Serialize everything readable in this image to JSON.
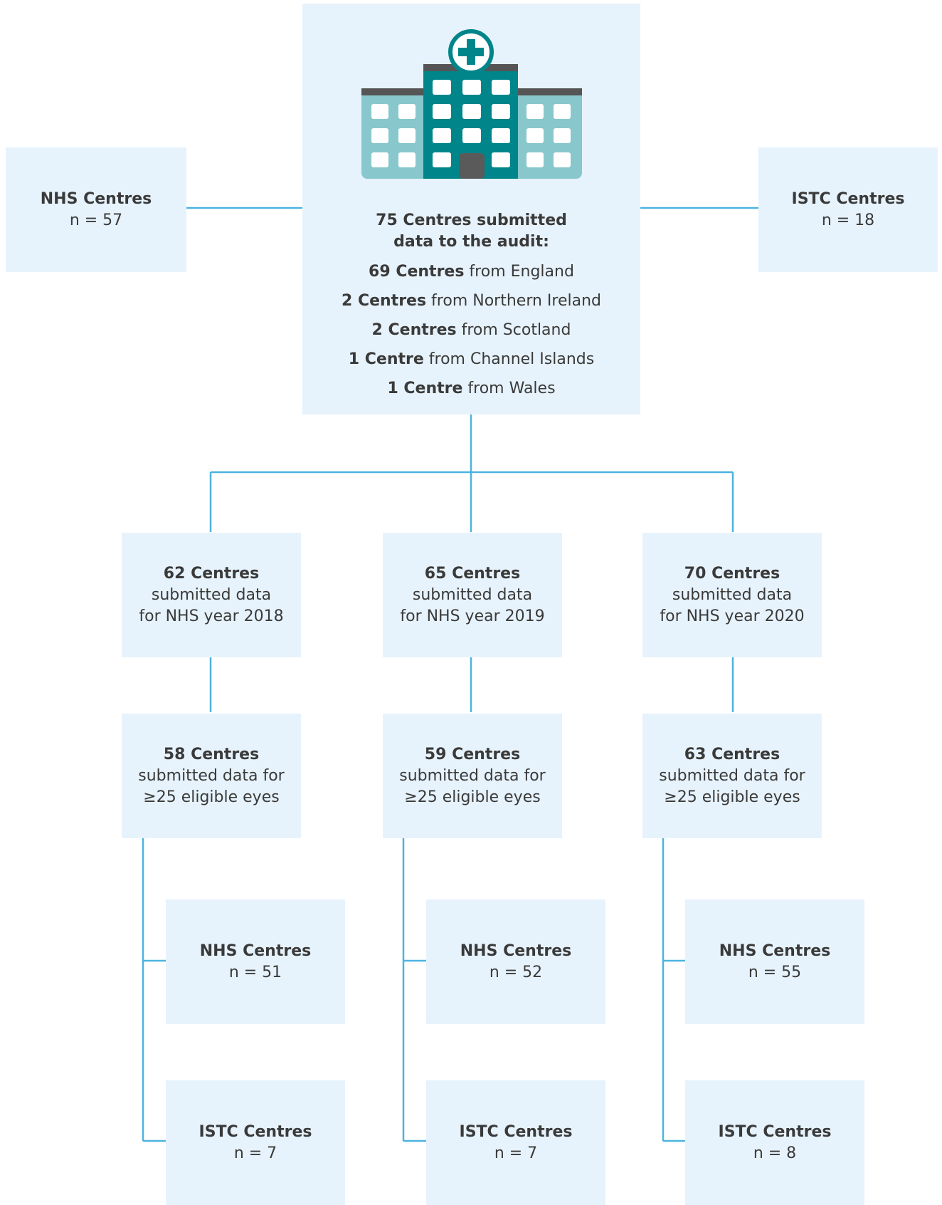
{
  "total": {
    "heading_line1": "75 Centres submitted",
    "heading_line2": "data to the audit:",
    "origins": [
      {
        "count": "69 Centres",
        "text": " from England"
      },
      {
        "count": "2 Centres",
        "text": " from Northern Ireland"
      },
      {
        "count": "2 Centres",
        "text": " from Scotland"
      },
      {
        "count": "1 Centre",
        "text": " from Channel Islands"
      },
      {
        "count": "1 Centre",
        "text": " from Wales"
      }
    ]
  },
  "nhs_total": {
    "title": "NHS Centres",
    "n": "n = 57"
  },
  "istc_total": {
    "title": "ISTC Centres",
    "n": "n = 18"
  },
  "years": [
    {
      "submitted": {
        "count": "62 Centres",
        "line2": "submitted data",
        "line3": "for NHS year 2018"
      },
      "eligible": {
        "count": "58 Centres",
        "line2": "submitted data for",
        "line3": "≥25 eligible eyes"
      },
      "nhs": {
        "title": "NHS Centres",
        "n": "n = 51"
      },
      "istc": {
        "title": "ISTC Centres",
        "n": "n = 7"
      }
    },
    {
      "submitted": {
        "count": "65 Centres",
        "line2": "submitted data",
        "line3": "for NHS year 2019"
      },
      "eligible": {
        "count": "59 Centres",
        "line2": "submitted data for",
        "line3": "≥25 eligible eyes"
      },
      "nhs": {
        "title": "NHS Centres",
        "n": "n = 52"
      },
      "istc": {
        "title": "ISTC Centres",
        "n": "n = 7"
      }
    },
    {
      "submitted": {
        "count": "70 Centres",
        "line2": "submitted data",
        "line3": "for NHS year 2020"
      },
      "eligible": {
        "count": "63 Centres",
        "line2": "submitted data for",
        "line3": "≥25 eligible eyes"
      },
      "nhs": {
        "title": "NHS Centres",
        "n": "n = 55"
      },
      "istc": {
        "title": "ISTC Centres",
        "n": "n = 8"
      }
    }
  ],
  "colors": {
    "box_fill": "#e7f3fc",
    "connector": "#4db3e0",
    "building_light": "#88c8cc",
    "building_dark": "#00858a",
    "roof": "#555555",
    "door": "#5a5a5a"
  },
  "icons": {
    "hospital": "hospital-building-icon"
  }
}
